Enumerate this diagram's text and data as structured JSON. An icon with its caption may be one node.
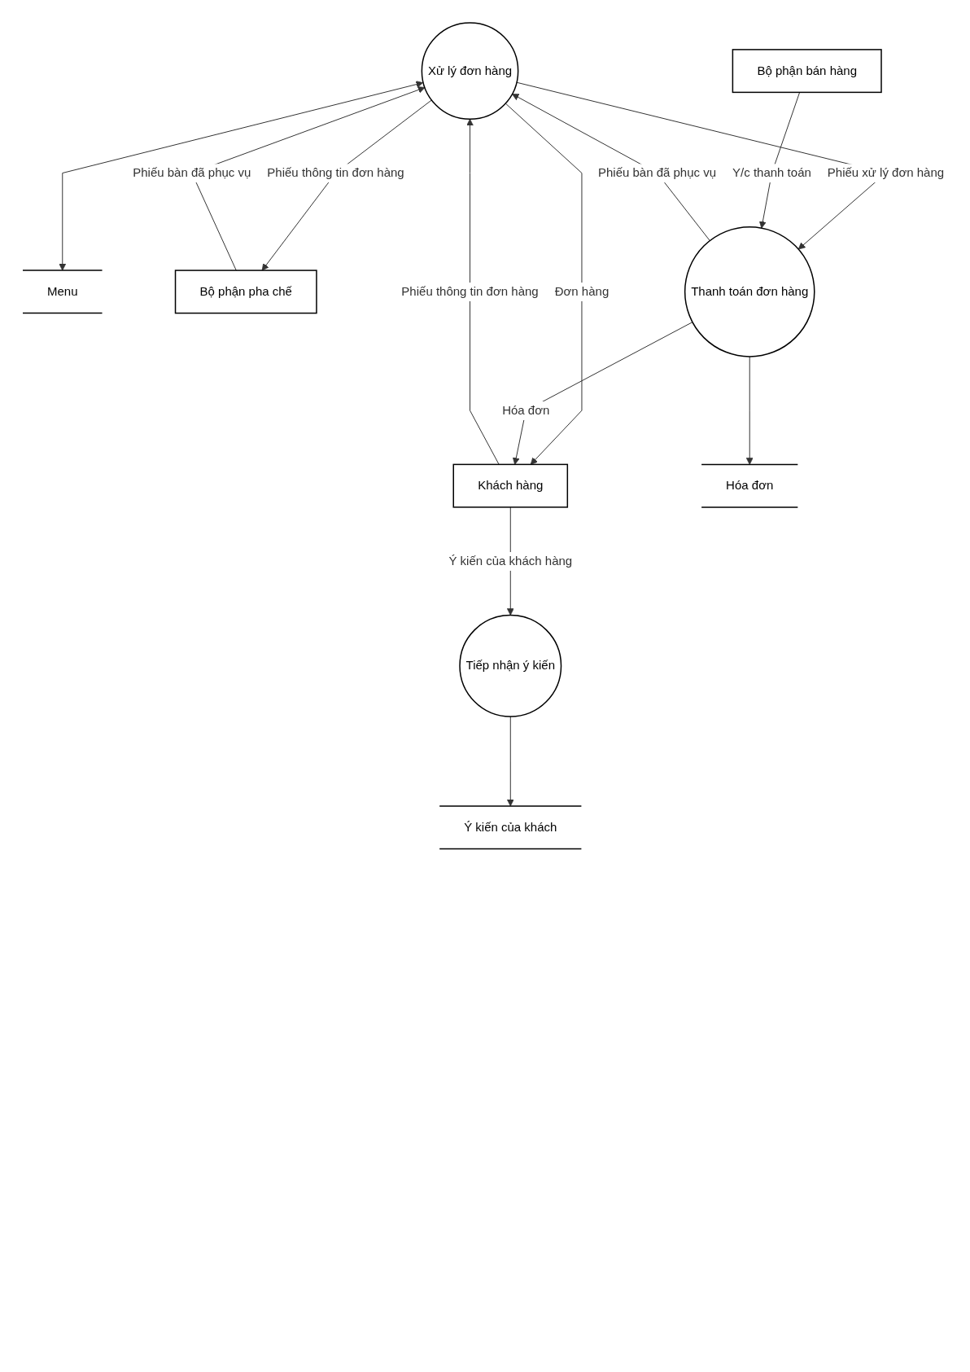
{
  "diagram": {
    "nodes": [
      {
        "text": [
          "Menu"
        ]
      },
      {
        "text": [
          "Xử lý đơn hàng"
        ]
      },
      {
        "text": [
          "Bộ phận pha chế"
        ]
      },
      {
        "text": [
          "Khách hàng"
        ]
      },
      {
        "text": [
          "Thanh toán đơn hàng"
        ]
      },
      {
        "text": [
          "Bộ phận bán hàng"
        ]
      },
      {
        "text": [
          "Tiếp nhận ý kiến"
        ]
      },
      {
        "text": [
          "Hóa đơn"
        ]
      },
      {
        "text": [
          "Ý kiến của khách"
        ]
      }
    ],
    "edges": [
      {
        "from": 1,
        "to": 0,
        "arrow": "both"
      },
      {
        "from": 1,
        "to": 2,
        "arrow": "to",
        "label": "Phiếu thông tin đơn hàng"
      },
      {
        "from": 2,
        "to": 1,
        "arrow": "to",
        "label": "Phiếu bàn đã phục vụ"
      },
      {
        "from": 3,
        "to": 1,
        "arrow": "to",
        "label": "Phiếu thông tin đơn hàng"
      },
      {
        "from": 1,
        "to": 3,
        "arrow": "to",
        "label": "Đơn hàng"
      },
      {
        "from": 1,
        "to": 4,
        "arrow": "to",
        "label": "Phiếu xử lý đơn hàng"
      },
      {
        "from": 4,
        "to": 1,
        "arrow": "to",
        "label": "Phiếu bàn đã phục vụ"
      },
      {
        "from": 4,
        "to": 3,
        "arrow": "to",
        "label": "Hóa đơn"
      },
      {
        "from": 5,
        "to": 4,
        "arrow": "to",
        "label": "Y/c thanh toán"
      },
      {
        "from": 3,
        "to": 6,
        "arrow": "to",
        "label": "Ý kiến của khách hàng"
      },
      {
        "from": 4,
        "to": 7,
        "arrow": "to"
      },
      {
        "from": 6,
        "to": 8,
        "arrow": "to"
      }
    ]
  }
}
